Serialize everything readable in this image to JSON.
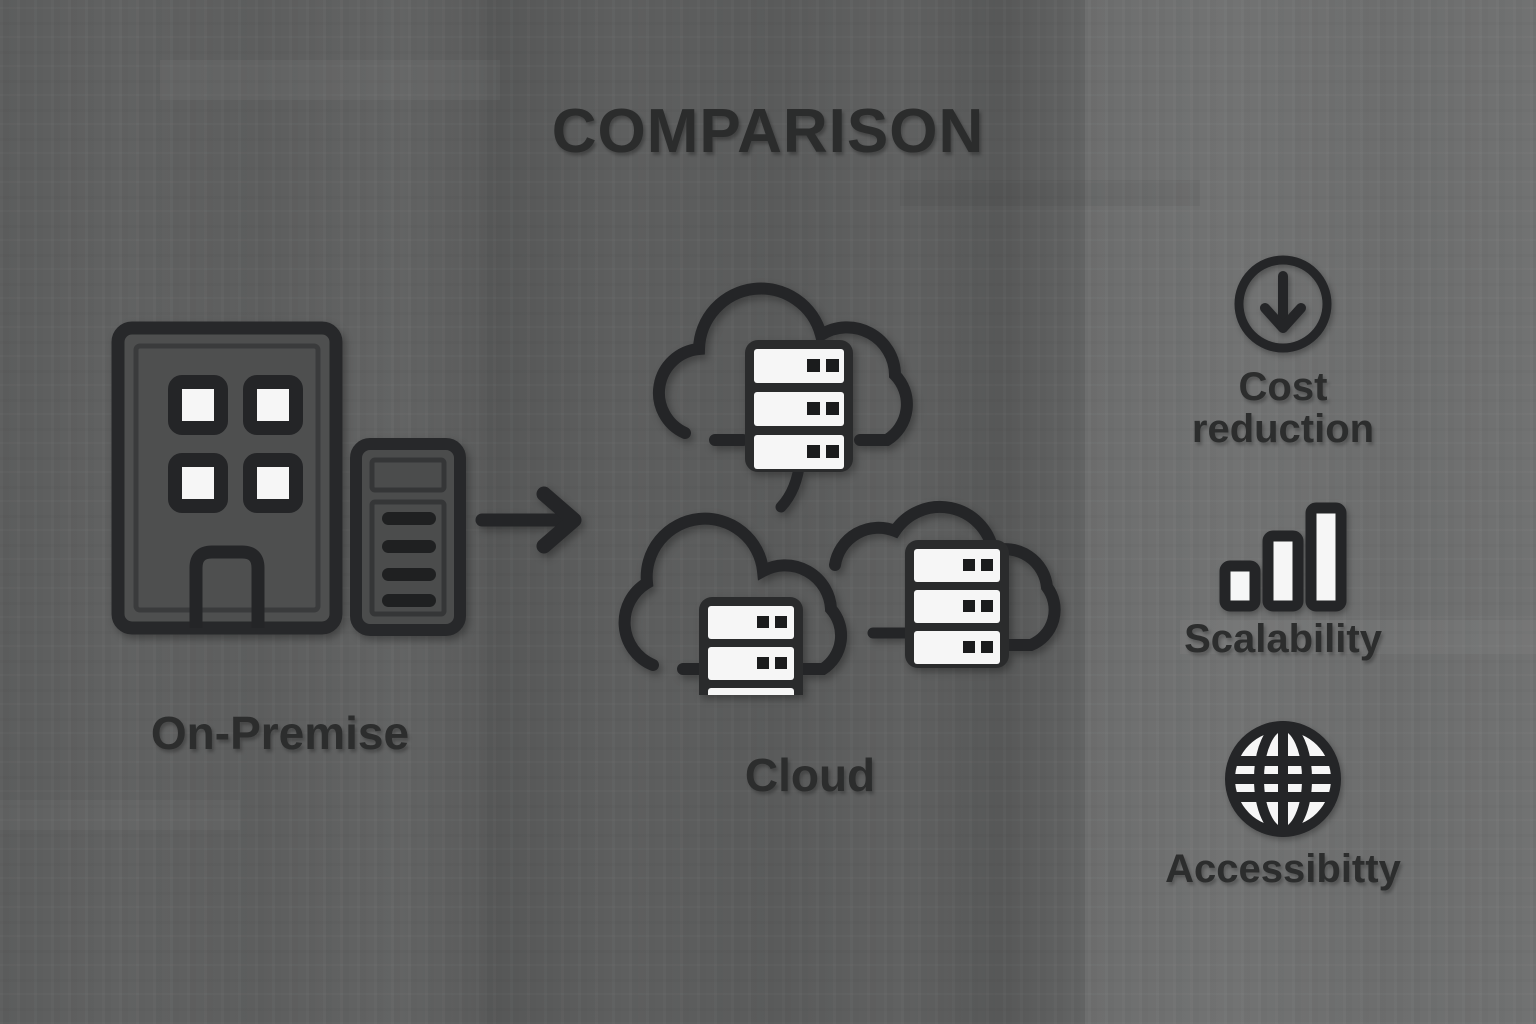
{
  "title": "COMPARISON",
  "colors": {
    "background": "#626363",
    "ink": "#2c2d2d",
    "panel_fill": "#f5f5f5",
    "band_mid": "#5e5f5f",
    "band_right": "#6a6b6b"
  },
  "left_section": {
    "caption": "On-Premise",
    "icons": [
      "office-building-icon",
      "server-tower-icon"
    ]
  },
  "arrow": {
    "icon": "arrow-right-icon",
    "direction": "right"
  },
  "center_section": {
    "caption": "Cloud",
    "icons": [
      "cloud-server-icon",
      "cloud-server-icon",
      "cloud-server-icon"
    ],
    "cloud_count": 3,
    "servers_per_cloud": 1,
    "rack_slots": 3
  },
  "features": [
    {
      "icon": "circle-arrow-down-icon",
      "label_line1": "Cost",
      "label_line2": "reduction"
    },
    {
      "icon": "bar-chart-ascending-icon",
      "label_line1": "Scalability",
      "label_line2": ""
    },
    {
      "icon": "globe-icon",
      "label_line1": "Accessibitty",
      "label_line2": ""
    }
  ]
}
